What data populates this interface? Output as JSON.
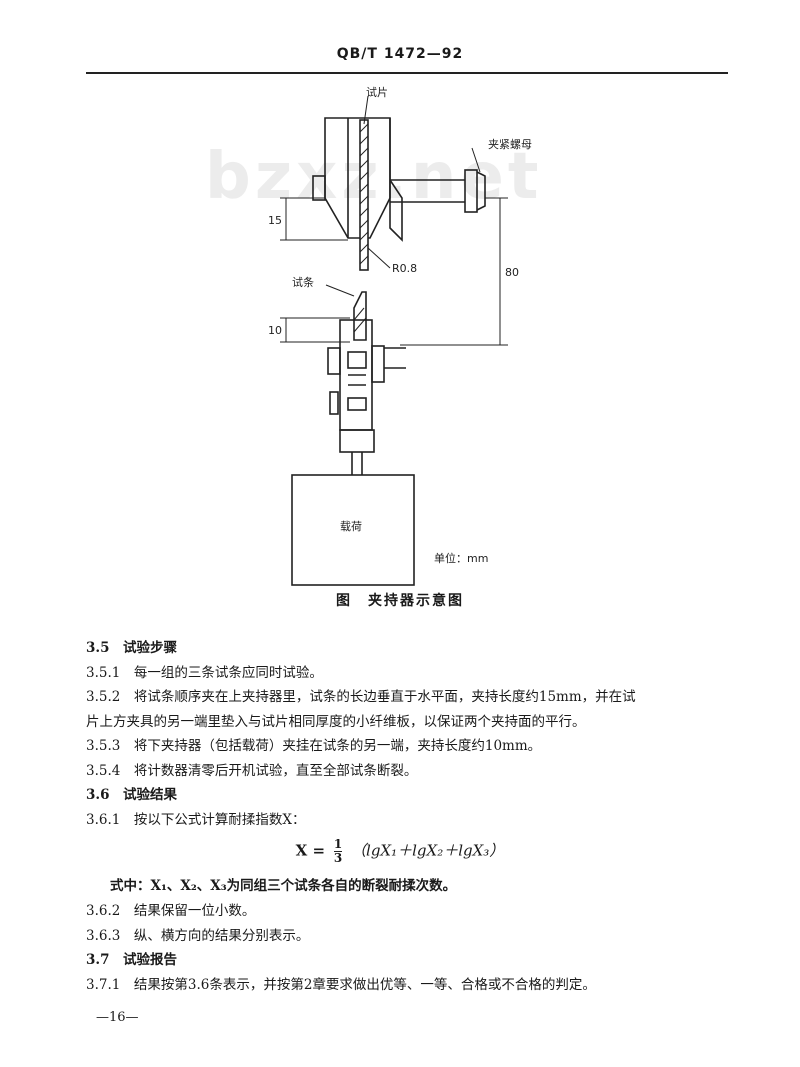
{
  "header": {
    "standard_code": "QB/T 1472—92"
  },
  "watermark": "bzxz.net",
  "figure": {
    "labels": {
      "test_piece": "试片",
      "clamp_nut": "夹紧螺母",
      "radius": "R0.8",
      "specimen": "试条",
      "load": "载荷",
      "unit": "单位：mm"
    },
    "dimensions": {
      "upper_clamp": "15",
      "lower_clamp": "10",
      "distance": "80"
    },
    "caption": "图　夹持器示意图"
  },
  "section_35": {
    "heading": "3.5　试验步骤",
    "lines": [
      "3.5.1　每一组的三条试条应同时试验。",
      "3.5.2　将试条顺序夹在上夹持器里，试条的长边垂直于水平面，夹持长度约15mm，并在试",
      "片上方夹具的另一端里垫入与试片相同厚度的小纤维板，以保证两个夹持面的平行。",
      "3.5.3　将下夹持器（包括载荷）夹挂在试条的另一端，夹持长度约10mm。",
      "3.5.4　将计数器清零后开机试验，直至全部试条断裂。"
    ]
  },
  "section_36": {
    "heading": "3.6　试验结果",
    "line1": "3.6.1　按以下公式计算耐揉指数X：",
    "formula": {
      "lhs": "X =",
      "numerator": "1",
      "denominator": "3",
      "rhs": "（lgX₁＋lgX₂＋lgX₃）"
    },
    "formula_note": "式中：X₁、X₂、X₃为同组三个试条各自的断裂耐揉次数。",
    "line2": "3.6.2　结果保留一位小数。",
    "line3": "3.6.3　纵、横方向的结果分别表示。"
  },
  "section_37": {
    "heading": "3.7　试验报告",
    "line1": "3.7.1　结果按第3.6条表示，并按第2章要求做出优等、一等、合格或不合格的判定。"
  },
  "page_number": "—16—"
}
